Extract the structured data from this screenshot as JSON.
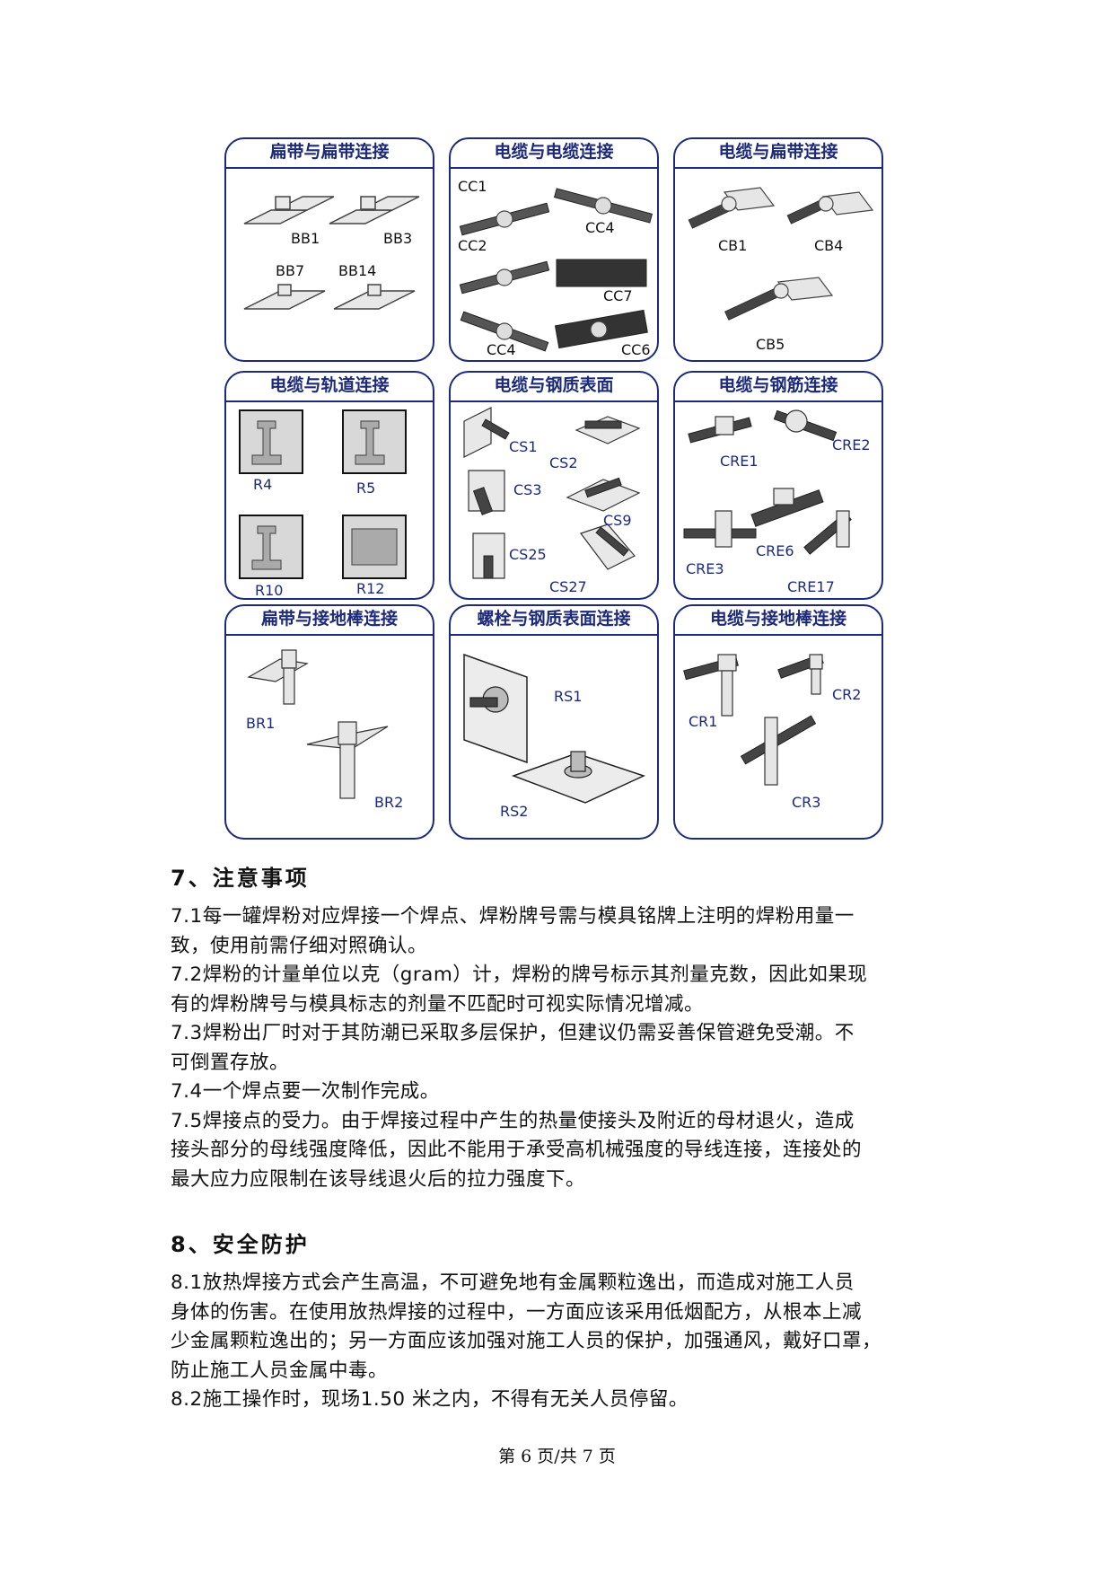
{
  "panels": [
    {
      "title": "扁带与扁带连接",
      "labels": [
        "BB1",
        "BB3",
        "BB7",
        "BB14"
      ]
    },
    {
      "title": "电缆与电缆连接",
      "labels": [
        "CC1",
        "CC4",
        "CC2",
        "CC7",
        "CC4",
        "CC6"
      ]
    },
    {
      "title": "电缆与扁带连接",
      "labels": [
        "CB1",
        "CB4",
        "CB5"
      ]
    },
    {
      "title": "电缆与轨道连接",
      "labels": [
        "R4",
        "R5",
        "R10",
        "R12"
      ]
    },
    {
      "title": "电缆与钢质表面",
      "labels": [
        "CS1",
        "CS2",
        "CS3",
        "CS9",
        "CS25",
        "CS27"
      ]
    },
    {
      "title": "电缆与钢筋连接",
      "labels": [
        "CRE2",
        "CRE1",
        "CRE6",
        "CRE3",
        "CRE17"
      ]
    },
    {
      "title": "扁带与接地棒连接",
      "labels": [
        "BR1",
        "BR2"
      ]
    },
    {
      "title": "螺栓与钢质表面连接",
      "labels": [
        "RS1",
        "RS2"
      ]
    },
    {
      "title": "电缆与接地棒连接",
      "labels": [
        "CR2",
        "CR1",
        "CR3"
      ]
    }
  ],
  "section7": {
    "heading": "7、注意事项",
    "lines": [
      "7.1每一罐焊粉对应焊接一个焊点、焊粉牌号需与模具铭牌上注明的焊粉用量一",
      "致，使用前需仔细对照确认。",
      "7.2焊粉的计量单位以克（gram）计，焊粉的牌号标示其剂量克数，因此如果现",
      "有的焊粉牌号与模具标志的剂量不匹配时可视实际情况增减。",
      "7.3焊粉出厂时对于其防潮已采取多层保护，但建议仍需妥善保管避免受潮。不",
      "可倒置存放。",
      "7.4一个焊点要一次制作完成。",
      "7.5焊接点的受力。由于焊接过程中产生的热量使接头及附近的母材退火，造成",
      "接头部分的母线强度降低，因此不能用于承受高机械强度的导线连接，连接处的",
      "最大应力应限制在该导线退火后的拉力强度下。"
    ]
  },
  "section8": {
    "heading": "8、安全防护",
    "lines": [
      "8.1放热焊接方式会产生高温，不可避免地有金属颗粒逸出，而造成对施工人员",
      "身体的伤害。在使用放热焊接的过程中，一方面应该采用低烟配方，从根本上减",
      "少金属颗粒逸出的；另一方面应该加强对施工人员的保护，加强通风，戴好口罩，",
      "防止施工人员金属中毒。",
      "8.2施工操作时，现场1.50 米之内，不得有无关人员停留。"
    ]
  },
  "footer": "第 6 页/共 7 页"
}
